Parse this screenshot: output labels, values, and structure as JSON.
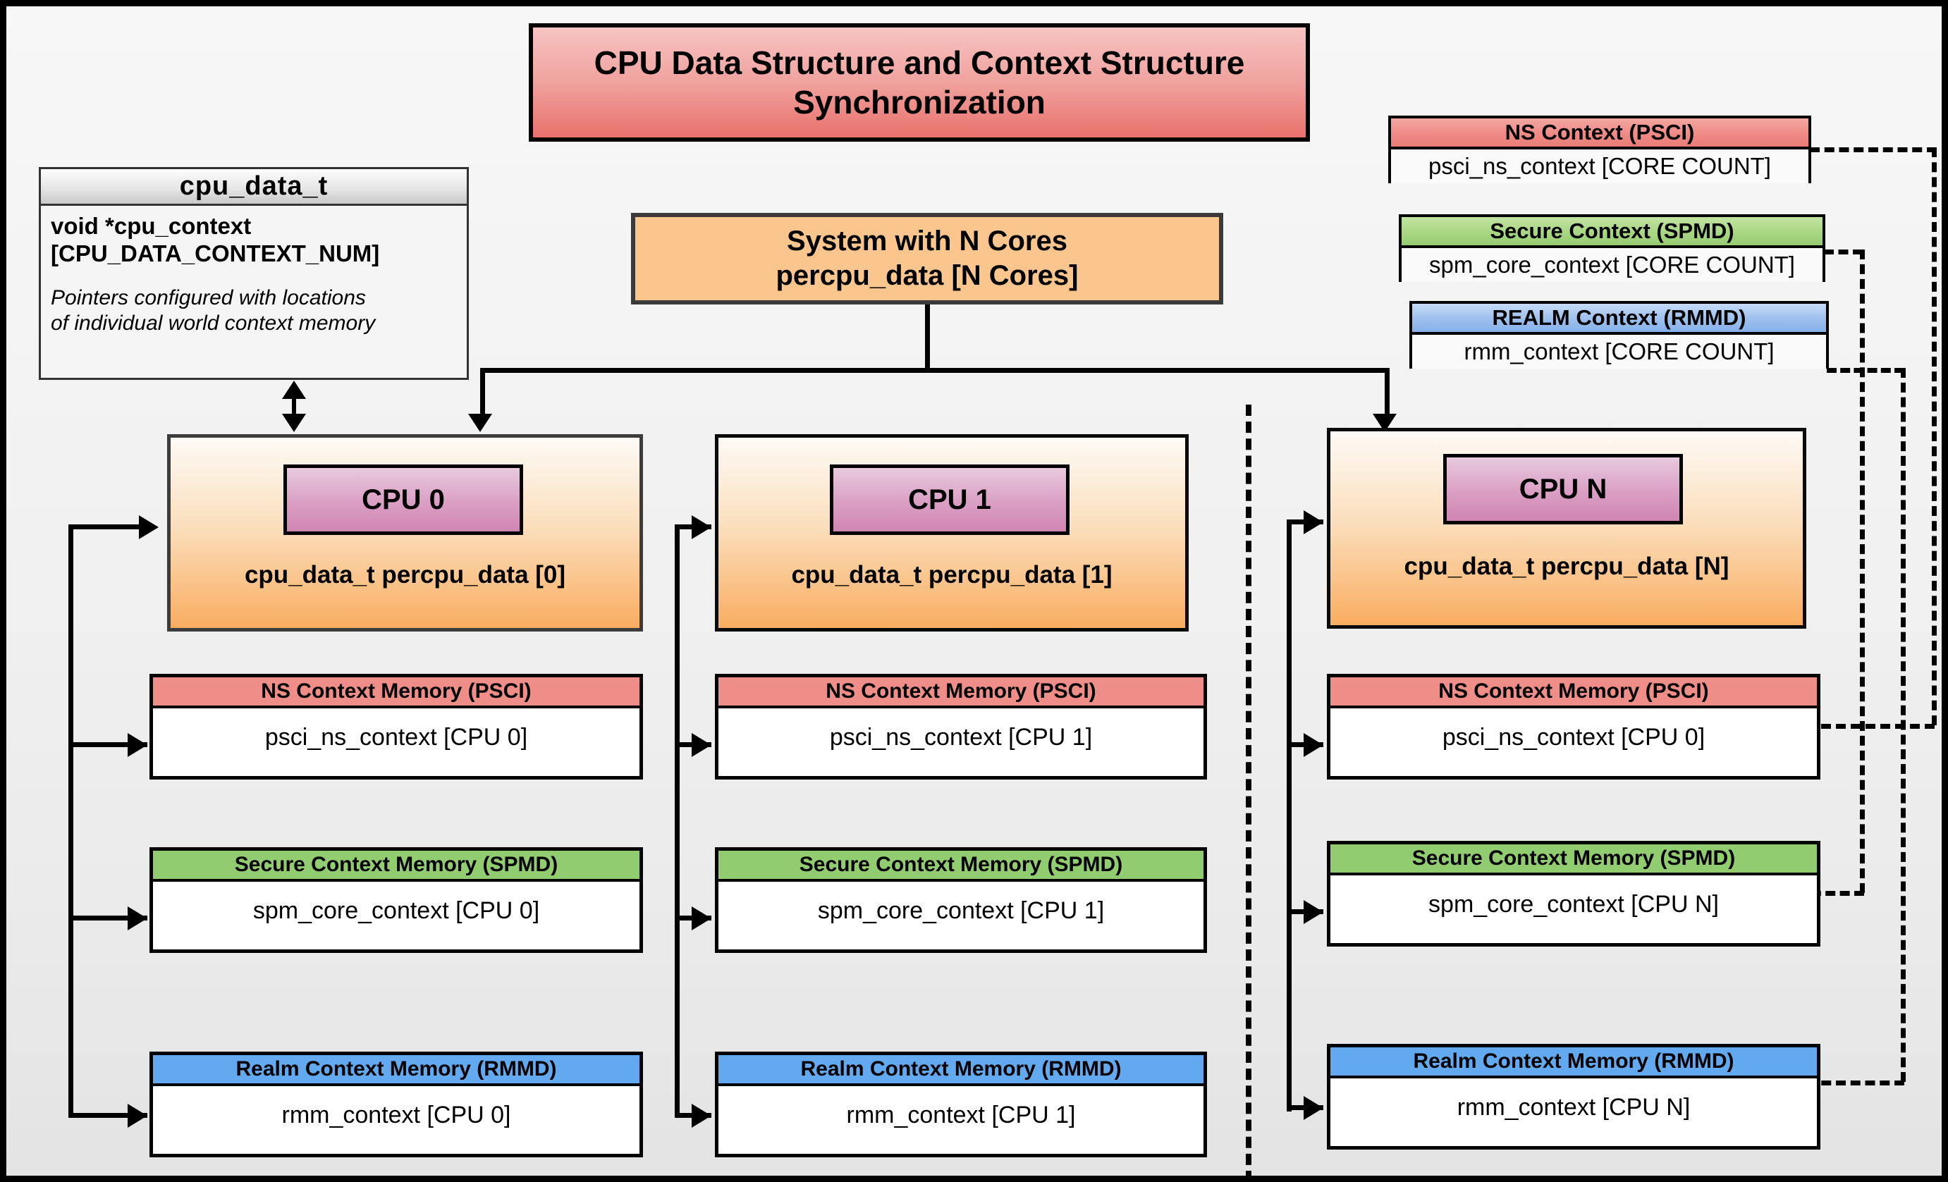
{
  "diagram": {
    "title": "CPU Data Structure and Context Structure Synchronization",
    "system_box": {
      "line1": "System with N Cores",
      "line2": "percpu_data [N Cores]"
    },
    "cpu_data_struct": {
      "title": "cpu_data_t",
      "field_line1": "void  *cpu_context",
      "field_line2": "[CPU_DATA_CONTEXT_NUM]",
      "note_line1": "Pointers configured with locations",
      "note_line2": "of individual world context memory"
    },
    "global_contexts": [
      {
        "name": "ns-context-psci",
        "header": "NS Context  (PSCI)",
        "body": "psci_ns_context [CORE COUNT]",
        "color": "#ef8a86"
      },
      {
        "name": "secure-context-spmd",
        "header": "Secure Context (SPMD)",
        "body": "spm_core_context [CORE COUNT]",
        "color": "#a9d684"
      },
      {
        "name": "realm-context-rmmd",
        "header": "REALM Context (RMMD)",
        "body": "rmm_context [CORE COUNT]",
        "color": "#9dc0ee"
      }
    ],
    "cpu_columns": [
      {
        "name": "cpu-0",
        "chip_label": "CPU 0",
        "caption": "cpu_data_t percpu_data [0]",
        "memories": [
          {
            "name": "ns-context-memory",
            "header": "NS Context Memory (PSCI)",
            "body": "psci_ns_context [CPU 0]",
            "color": "#ef8e88"
          },
          {
            "name": "secure-context-memory",
            "header": "Secure Context Memory (SPMD)",
            "body": "spm_core_context [CPU 0]",
            "color": "#92cc70"
          },
          {
            "name": "realm-context-memory",
            "header": "Realm Context Memory (RMMD)",
            "body": "rmm_context [CPU 0]",
            "color": "#62a9f0"
          }
        ]
      },
      {
        "name": "cpu-1",
        "chip_label": "CPU 1",
        "caption": "cpu_data_t percpu_data [1]",
        "memories": [
          {
            "name": "ns-context-memory",
            "header": "NS Context Memory (PSCI)",
            "body": "psci_ns_context [CPU 1]",
            "color": "#ef8e88"
          },
          {
            "name": "secure-context-memory",
            "header": "Secure Context Memory (SPMD)",
            "body": "spm_core_context [CPU 1]",
            "color": "#92cc70"
          },
          {
            "name": "realm-context-memory",
            "header": "Realm Context Memory (RMMD)",
            "body": "rmm_context [CPU 1]",
            "color": "#62a9f0"
          }
        ]
      },
      {
        "name": "cpu-n",
        "chip_label": "CPU N",
        "caption": "cpu_data_t percpu_data [N]",
        "memories": [
          {
            "name": "ns-context-memory",
            "header": "NS Context Memory (PSCI)",
            "body": "psci_ns_context [CPU 0]",
            "color": "#ef8e88"
          },
          {
            "name": "secure-context-memory",
            "header": "Secure Context Memory (SPMD)",
            "body": "spm_core_context [CPU N]",
            "color": "#92cc70"
          },
          {
            "name": "realm-context-memory",
            "header": "Realm Context Memory (RMMD)",
            "body": "rmm_context [CPU N]",
            "color": "#62a9f0"
          }
        ]
      }
    ],
    "colors": {
      "ns_psci": "#ef8a86",
      "secure_spmd": "#a9d684",
      "realm_rmmd": "#9dc0ee",
      "cpu_chip": "#cf85b2",
      "cpu_block": "#f9ad61",
      "title_banner": "#e9716c",
      "background": "#eeeeee",
      "outline": "#000000"
    }
  }
}
